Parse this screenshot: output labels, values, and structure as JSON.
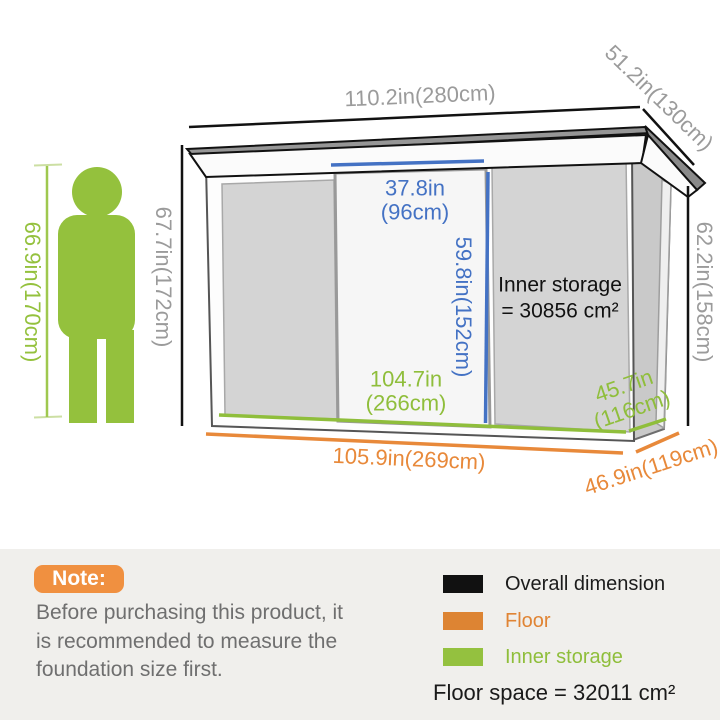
{
  "diagram": {
    "labels": {
      "overall_width": "110.2in(280cm)",
      "overall_depth": "51.2in(130cm)",
      "height_left": "67.7in(172cm)",
      "height_right": "62.2in(158cm)",
      "person_height": "66.9in(170cm)",
      "door_width": "37.8in\n(96cm)",
      "door_height": "59.8in(152cm)",
      "inner_width": "104.7in\n(266cm)",
      "inner_depth": "45.7in\n(116cm)",
      "floor_width": "105.9in(269cm)",
      "floor_depth": "46.9in(119cm)",
      "inner_storage": "Inner storage\n= 30856 cm²"
    },
    "colors": {
      "dimension_gray": "#9b9b9b",
      "door_blue": "#4472c4",
      "inner_green": "#8fbe3b",
      "floor_orange": "#e8893a",
      "person_green": "#94c13d",
      "overall_black": "#111111"
    }
  },
  "note": {
    "badge_label": "Note:",
    "badge_color": "#f09040",
    "text": "Before purchasing this product, it\nis recommended to measure the\nfoundation size first."
  },
  "legend": {
    "items": [
      {
        "label": "Overall dimension",
        "swatch_color": "#111111",
        "text_color": "#1c1c1c"
      },
      {
        "label": "Floor",
        "swatch_color": "#dd8433",
        "text_color": "#e08434"
      },
      {
        "label": "Inner storage",
        "swatch_color": "#94c13f",
        "text_color": "#8fbe3b"
      }
    ],
    "floor_space": "Floor space = 32011 cm²"
  }
}
